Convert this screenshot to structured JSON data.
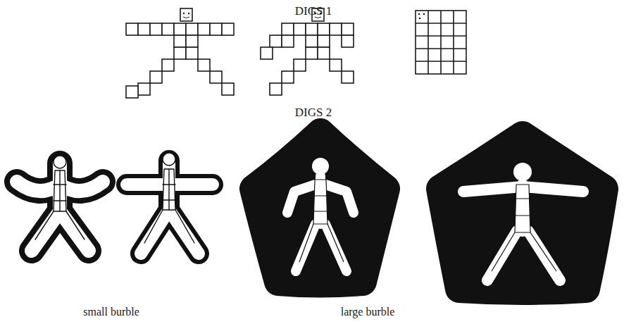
{
  "diagram": {
    "labels": [
      "DIGS 1",
      "DIGS 2",
      "small burble",
      "large burble"
    ]
  }
}
